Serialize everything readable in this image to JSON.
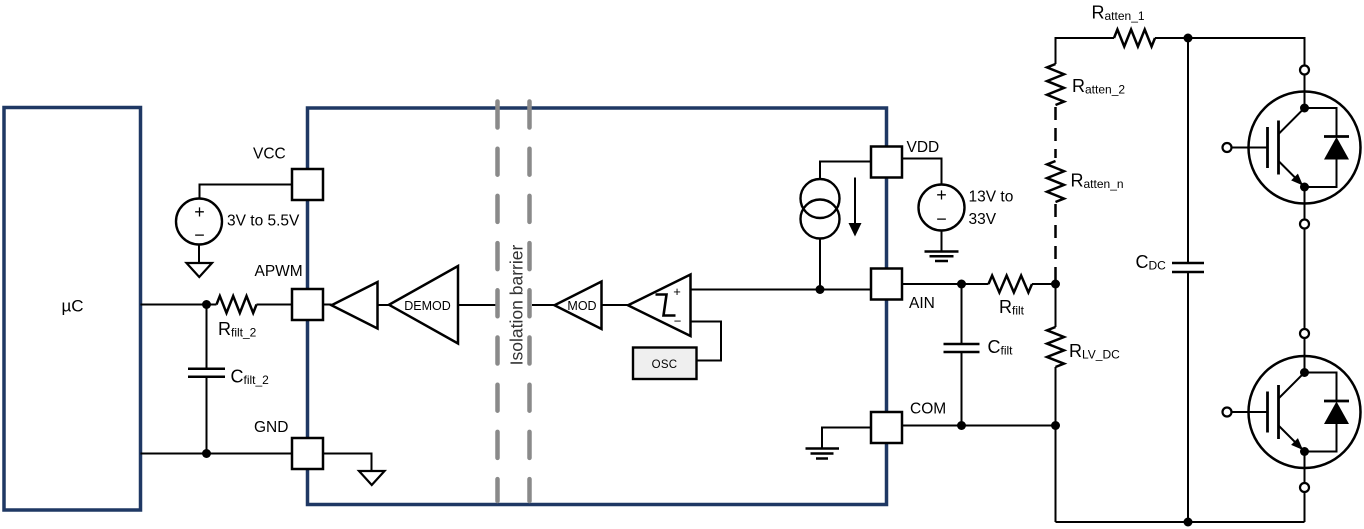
{
  "diagram": {
    "microcontroller": {
      "label": "µC"
    },
    "isolator": {
      "pins": {
        "vcc": "VCC",
        "apwm": "APWM",
        "gnd": "GND",
        "vdd": "VDD",
        "ain": "AIN",
        "com": "COM"
      },
      "blocks": {
        "demod": "DEMOD",
        "mod": "MOD",
        "osc": "OSC"
      },
      "comparator": {
        "plus": "+",
        "minus": "−"
      },
      "isolation_barrier_label": "Isolation barrier"
    },
    "supplies": {
      "vcc_supply": {
        "plus": "+",
        "minus": "−",
        "range": "3V to 5.5V"
      },
      "vdd_supply": {
        "plus": "+",
        "minus": "−",
        "range_line1": "13V to",
        "range_line2": "33V"
      }
    },
    "components": {
      "r_filt_2": {
        "main": "R",
        "sub": "filt_2"
      },
      "c_filt_2": {
        "main": "C",
        "sub": "filt_2"
      },
      "r_filt": {
        "main": "R",
        "sub": "filt"
      },
      "c_filt": {
        "main": "C",
        "sub": "filt"
      },
      "r_atten_1": {
        "main": "R",
        "sub": "atten_1"
      },
      "r_atten_2": {
        "main": "R",
        "sub": "atten_2"
      },
      "r_atten_n": {
        "main": "R",
        "sub": "atten_n"
      },
      "r_lv_dc": {
        "main": "R",
        "sub": "LV_DC"
      },
      "c_dc": {
        "main": "C",
        "sub": "DC"
      }
    },
    "colors": {
      "box_border": "#1f3864",
      "wire": "#000000",
      "barrier_dash": "#8a8a8a",
      "osc_fill": "#efefef",
      "text": "#000000",
      "barrier_text": "#333333"
    }
  }
}
